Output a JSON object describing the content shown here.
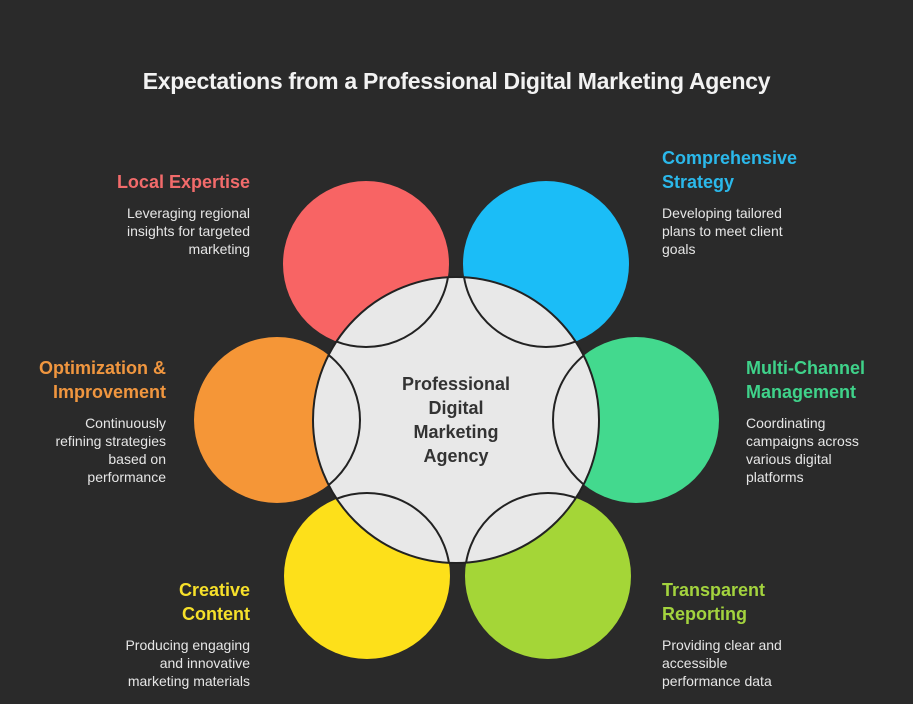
{
  "title": "Expectations from a Professional Digital Marketing Agency",
  "center": {
    "label": "Professional Digital Marketing Agency",
    "lines": [
      "Professional",
      "Digital",
      "Marketing",
      "Agency"
    ],
    "color": "#e8e8e8"
  },
  "items": [
    {
      "key": "local-expertise",
      "heading_lines": [
        "Local Expertise"
      ],
      "desc_lines": [
        "Leveraging regional",
        "insights for targeted",
        "marketing"
      ],
      "color": "#f86464"
    },
    {
      "key": "comprehensive-strategy",
      "heading_lines": [
        "Comprehensive",
        "Strategy"
      ],
      "desc_lines": [
        "Developing tailored",
        "plans to meet client",
        "goals"
      ],
      "color": "#1bbdf7"
    },
    {
      "key": "optimization-improvement",
      "heading_lines": [
        "Optimization &",
        "Improvement"
      ],
      "desc_lines": [
        "Continuously",
        "refining strategies",
        "based on",
        "performance"
      ],
      "color": "#f59637"
    },
    {
      "key": "multi-channel-management",
      "heading_lines": [
        "Multi-Channel",
        "Management"
      ],
      "desc_lines": [
        "Coordinating",
        "campaigns across",
        "various digital",
        "platforms"
      ],
      "color": "#43d98e"
    },
    {
      "key": "creative-content",
      "heading_lines": [
        "Creative",
        "Content"
      ],
      "desc_lines": [
        "Producing engaging",
        "and innovative",
        "marketing materials"
      ],
      "color": "#fde01a"
    },
    {
      "key": "transparent-reporting",
      "heading_lines": [
        "Transparent",
        "Reporting"
      ],
      "desc_lines": [
        "Providing clear and",
        "accessible",
        "performance data"
      ],
      "color": "#a4d637"
    }
  ],
  "heading_colors": {
    "local-expertise": "#f26b6b",
    "comprehensive-strategy": "#2bb8ea",
    "optimization-improvement": "#f0963f",
    "multi-channel-management": "#3fd28a",
    "creative-content": "#f6e02a",
    "transparent-reporting": "#a3d33e"
  }
}
